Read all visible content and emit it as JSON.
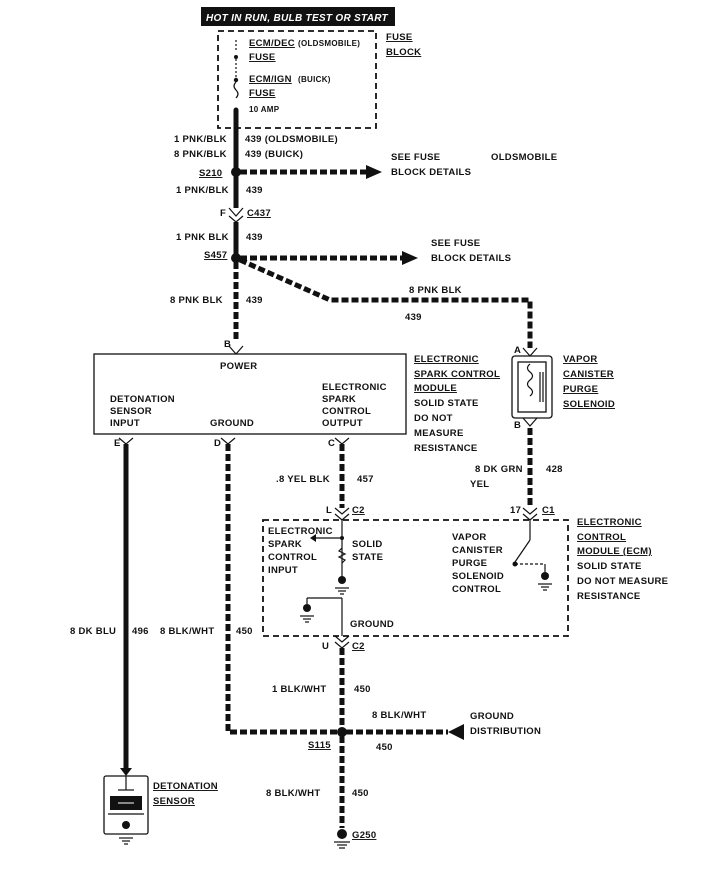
{
  "header": "HOT IN RUN, BULB TEST OR START",
  "fuse_block": {
    "label_1": "FUSE",
    "label_2": "BLOCK",
    "ecm_dec_1": "ECM/DEC",
    "ecm_dec_note": "(OLDSMOBILE)",
    "ecm_dec_2": "FUSE",
    "ecm_ign_1": "ECM/IGN",
    "ecm_ign_note": "(BUICK)",
    "ecm_ign_2": "FUSE",
    "rating": "10 AMP"
  },
  "wires": {
    "w1a": "1 PNK/BLK",
    "c1a": "439 (OLDSMOBILE)",
    "w1b": "8 PNK/BLK",
    "c1b": "439 (BUICK)",
    "w2": "1 PNK/BLK",
    "c2": "439",
    "w3": "1 PNK BLK",
    "c3": "439",
    "w4": "8 PNK BLK",
    "c4": "439",
    "w5": "8 PNK BLK",
    "c5": "439",
    "w6": ".8 YEL BLK",
    "c6": "457",
    "w7a": "8 DK GRN",
    "w7b": "YEL",
    "c7": "428",
    "w8": "8 DK BLU",
    "c8": "496",
    "w9": "8 BLK/WHT",
    "c9": "450",
    "w10": "1 BLK/WHT",
    "c10": "450",
    "w11": "8 BLK/WHT",
    "c11": "450",
    "w12": "8 BLK/WHT",
    "c12": "450"
  },
  "splices": {
    "s210": "S210",
    "s457": "S457",
    "s115": "S115"
  },
  "connectors": {
    "c437": "C437",
    "c437_pin": "F",
    "esc_top_pin": "B",
    "esc_e_pin": "E",
    "esc_d_pin": "D",
    "esc_c_pin": "C",
    "c2_pin_l": "L",
    "c2_label_top": "C2",
    "c1_pin": "17",
    "c1_label": "C1",
    "c2_pin_u": "U",
    "c2_label_bot": "C2",
    "vapor_a": "A",
    "vapor_b": "B"
  },
  "fuse_details": {
    "a_1": "SEE FUSE",
    "a_2": "BLOCK DETAILS",
    "a_note": "OLDSMOBILE",
    "b_1": "SEE FUSE",
    "b_2": "BLOCK DETAILS"
  },
  "esc_module": {
    "power": "POWER",
    "det_1": "DETONATION",
    "det_2": "SENSOR",
    "det_3": "INPUT",
    "ground": "GROUND",
    "out_1": "ELECTRONIC",
    "out_2": "SPARK",
    "out_3": "CONTROL",
    "out_4": "OUTPUT",
    "name_1": "ELECTRONIC",
    "name_2": "SPARK CONTROL",
    "name_3": "MODULE",
    "note_1": "SOLID STATE",
    "note_2": "DO NOT",
    "note_3": "MEASURE",
    "note_4": "RESISTANCE"
  },
  "vapor_solenoid": {
    "l1": "VAPOR",
    "l2": "CANISTER",
    "l3": "PURGE",
    "l4": "SOLENOID"
  },
  "ecm": {
    "esc_in_1": "ELECTRONIC",
    "esc_in_2": "SPARK",
    "esc_in_3": "CONTROL",
    "esc_in_4": "INPUT",
    "solid_1": "SOLID",
    "solid_2": "STATE",
    "vcp_1": "VAPOR",
    "vcp_2": "CANISTER",
    "vcp_3": "PURGE",
    "vcp_4": "SOLENOID",
    "vcp_5": "CONTROL",
    "ground": "GROUND",
    "name_1": "ELECTRONIC",
    "name_2": "CONTROL",
    "name_3": "MODULE (ECM)",
    "note_1": "SOLID STATE",
    "note_2": "DO NOT MEASURE",
    "note_3": "RESISTANCE"
  },
  "ground_dist": {
    "l1": "GROUND",
    "l2": "DISTRIBUTION"
  },
  "det_sensor": {
    "l1": "DETONATION",
    "l2": "SENSOR"
  },
  "ground_point": "G250"
}
